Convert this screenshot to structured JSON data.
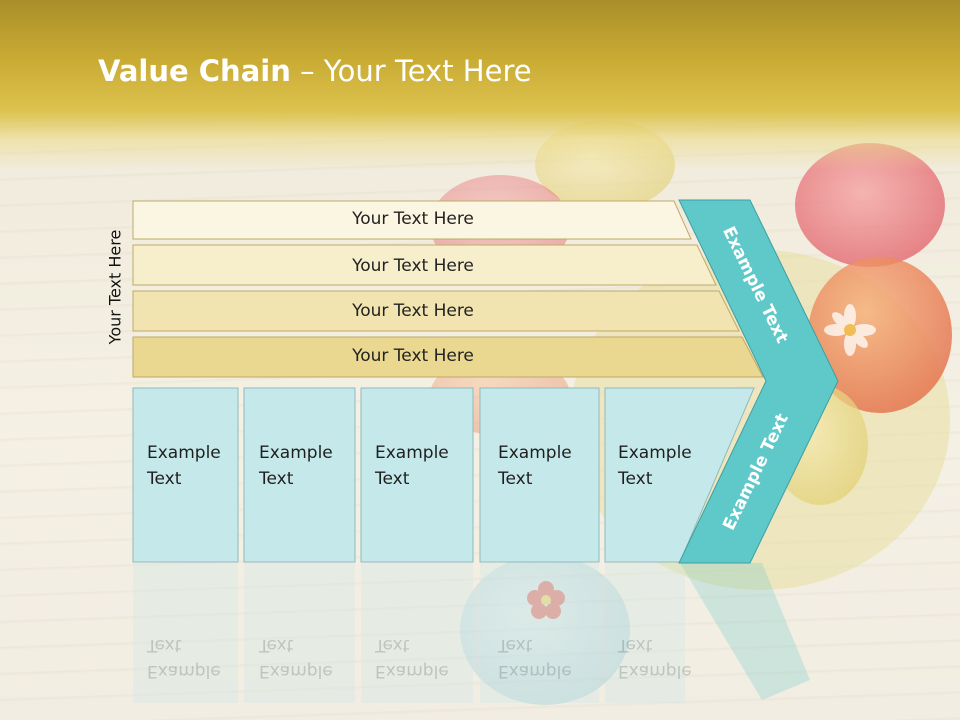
{
  "slide": {
    "title_bold": "Value Chain",
    "title_rest": " – Your Text Here",
    "vertical_label": "Your Text Here"
  },
  "rows": [
    {
      "label": "Your Text Here",
      "color": "#fbf6e2"
    },
    {
      "label": "Your Text Here",
      "color": "#f7eecc"
    },
    {
      "label": "Your Text Here",
      "color": "#f1e4b0"
    },
    {
      "label": "Your Text Here",
      "color": "#ead890"
    }
  ],
  "columns": [
    {
      "line1": "Example",
      "line2": "Text"
    },
    {
      "line1": "Example",
      "line2": "Text"
    },
    {
      "line1": "Example",
      "line2": "Text"
    },
    {
      "line1": "Example",
      "line2": "Text"
    },
    {
      "line1": "Example",
      "line2": "Text"
    }
  ],
  "chevron": {
    "upper_label": "Example Text",
    "lower_label": "Example Text",
    "color": "#5fc8c8"
  },
  "colors": {
    "column_fill": "#c5e9ea",
    "column_border": "#8fb9bd",
    "row_border": "#bfa968"
  }
}
